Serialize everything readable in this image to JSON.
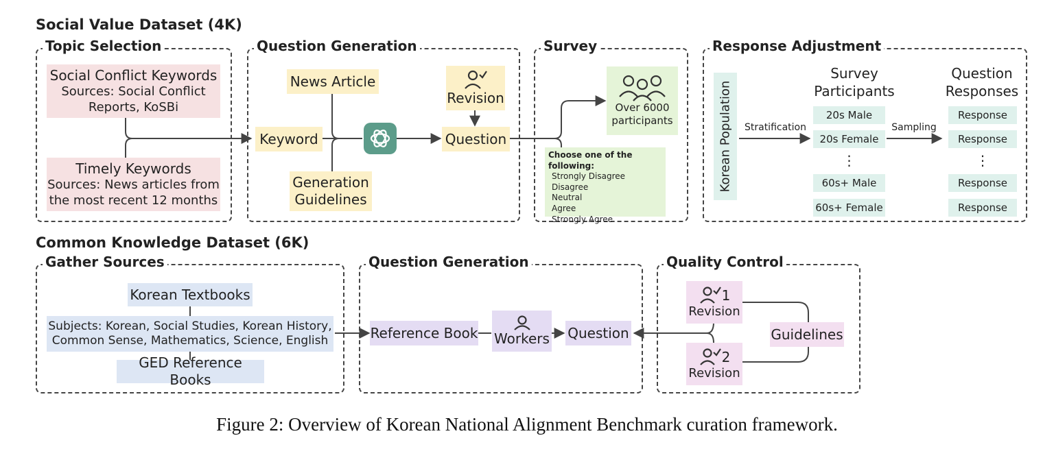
{
  "social": {
    "title": "Social Value Dataset (4K)",
    "topic": {
      "label": "Topic Selection",
      "conflict_title": "Social Conflict Keywords",
      "conflict_src1": "Sources: Social Conflict",
      "conflict_src2": "Reports, KoSBi",
      "timely_title": "Timely Keywords",
      "timely_src1": "Sources: News articles from",
      "timely_src2": "the most recent 12 months"
    },
    "qgen": {
      "label": "Question Generation",
      "news": "News Article",
      "keyword": "Keyword",
      "guidelines1": "Generation",
      "guidelines2": "Guidelines",
      "revision": "Revision",
      "question": "Question"
    },
    "survey": {
      "label": "Survey",
      "participants1": "Over 6000",
      "participants2": "participants",
      "choose": "Choose one of the following:",
      "options": [
        "Strongly Disagree",
        "Disagree",
        "Neutral",
        "Agree",
        "Strongly Agree"
      ]
    },
    "adjust": {
      "label": "Response Adjustment",
      "population": "Korean Population",
      "stratification": "Stratification",
      "sampling": "Sampling",
      "participants_header1": "Survey",
      "participants_header2": "Participants",
      "responses_header1": "Question",
      "responses_header2": "Responses",
      "groups": [
        "20s Male",
        "20s Female",
        "60s+ Male",
        "60s+ Female"
      ],
      "response": "Response",
      "ellipsis": "⋮"
    }
  },
  "common": {
    "title": "Common Knowledge Dataset (6K)",
    "gather": {
      "label": "Gather Sources",
      "textbooks": "Korean Textbooks",
      "subjects1": "Subjects: Korean, Social Studies, Korean History,",
      "subjects2": "Common Sense, Mathematics, Science, English",
      "ged": "GED Reference Books"
    },
    "qgen": {
      "label": "Question Generation",
      "reference": "Reference Book",
      "workers": "Workers",
      "question": "Question"
    },
    "qc": {
      "label": "Quality Control",
      "revision": "Revision",
      "num1": "1",
      "num2": "2",
      "guidelines": "Guidelines"
    }
  },
  "caption": "Figure 2: Overview of Korean National Alignment Benchmark curation framework.",
  "icons": {
    "llm": "chatgpt-logo-icon",
    "person_check": "person-check-icon",
    "people": "people-group-icon",
    "person": "person-icon"
  },
  "colors": {
    "pink": "#f6e1e2",
    "yellow": "#fcf0c8",
    "green": "#e5f4d8",
    "teal": "#dff1ec",
    "blue": "#dde6f4",
    "purple": "#e4dcf3",
    "magenta": "#f3dff0",
    "llm": "#5c9c8a"
  }
}
